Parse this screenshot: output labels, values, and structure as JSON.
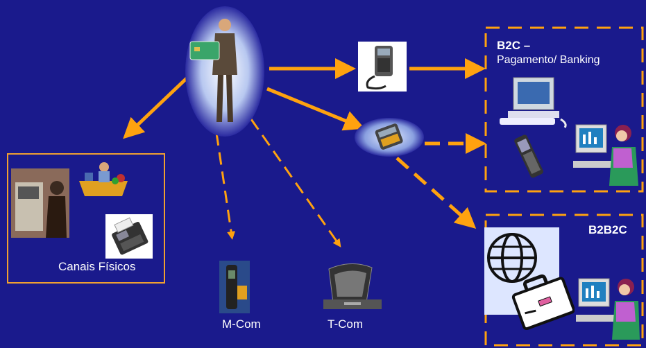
{
  "colors": {
    "background": "#1a1a8c",
    "arrow": "#ffa20f",
    "box_border": "#f0a030"
  },
  "labels": {
    "physical_channels": "Canais Físicos",
    "mcom": "M-Com",
    "tcom": "T-Com",
    "b2c_title": "B2C –",
    "b2c_subtitle": "Pagamento/ Banking",
    "b2b2c_title": "B2B2C"
  },
  "icons": [
    "person-with-card-icon",
    "card-reader-icon",
    "pin-pad-icon",
    "atm-icon",
    "merchant-icon",
    "pos-terminal-icon",
    "mobile-phone-icon",
    "tv-settop-icon",
    "computer-icon",
    "smartphone-icon",
    "user-at-computer-icon",
    "globe-icon",
    "briefcase-icon"
  ]
}
